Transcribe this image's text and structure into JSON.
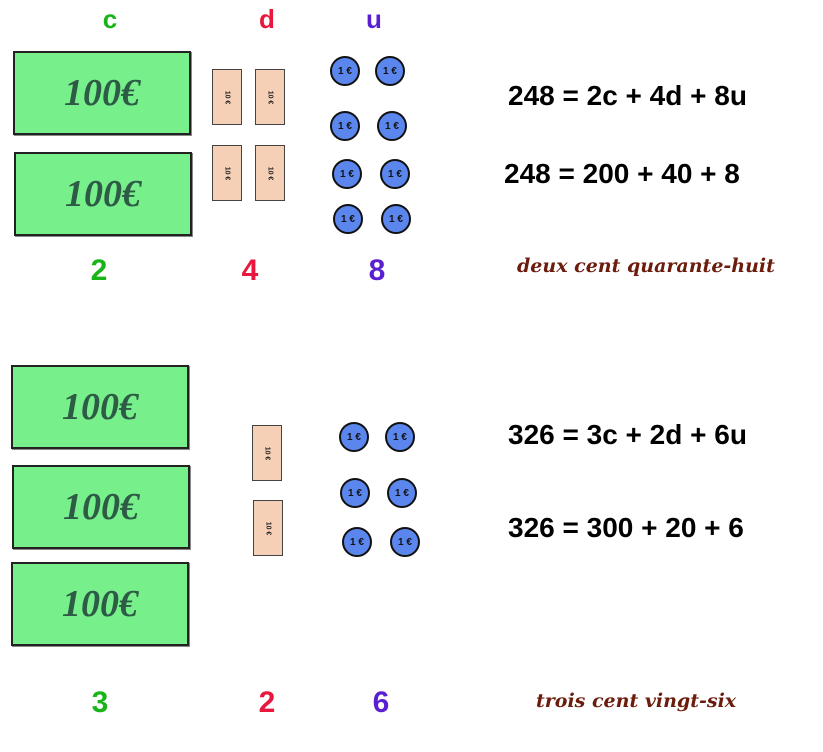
{
  "headers": {
    "c": "c",
    "d": "d",
    "u": "u"
  },
  "colors": {
    "c": "#18b418",
    "d": "#e8173e",
    "u": "#5a1fd0",
    "note_green": "#77f08c",
    "bill_peach": "#f5d0b6",
    "coin_blue": "#5a86ee",
    "words_brown": "#6b1c0c"
  },
  "labels": {
    "note": "100€",
    "bill": "10 €",
    "coin": "1 €"
  },
  "rows": [
    {
      "counts": {
        "c": "2",
        "d": "4",
        "u": "8"
      },
      "eq1": "248 = 2c + 4d + 8u",
      "eq2": "248 = 200 + 40 + 8",
      "words": "deux cent quarante-huit"
    },
    {
      "counts": {
        "c": "3",
        "d": "2",
        "u": "6"
      },
      "eq1": "326 = 3c + 2d + 6u",
      "eq2": "326 = 300 + 20 + 6",
      "words": "trois cent vingt-six"
    }
  ]
}
